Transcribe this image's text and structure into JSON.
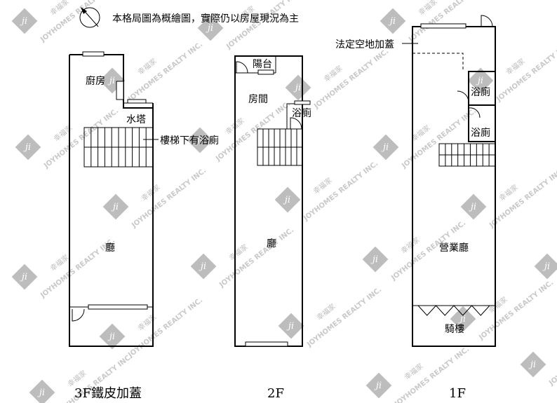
{
  "header": {
    "note": "本格局圖為概繪圖，實際仍以房屋現況為主",
    "compass_icon": "north-arrow-icon"
  },
  "floor_3f": {
    "caption": "3F鐵皮加蓋",
    "kitchen": "廚房",
    "water_tower": "水塔",
    "stair_note": "樓梯下有浴廁",
    "hall": "廳"
  },
  "floor_2f": {
    "caption": "2F",
    "balcony": "陽台",
    "room": "房間",
    "bathroom": "浴廁",
    "hall": "廳"
  },
  "floor_1f": {
    "caption": "1F",
    "legal_open_space": "法定空地加蓋",
    "bathroom_a": "浴廁",
    "bathroom_b": "浴廁",
    "business_hall": "營業廳",
    "arcade": "騎樓"
  },
  "watermark": {
    "brand_text": "JOYHOMES REALTY INC.",
    "seal_text": "幸福家",
    "logo_letters": "ji",
    "logo_color": "#bdbdbd"
  }
}
